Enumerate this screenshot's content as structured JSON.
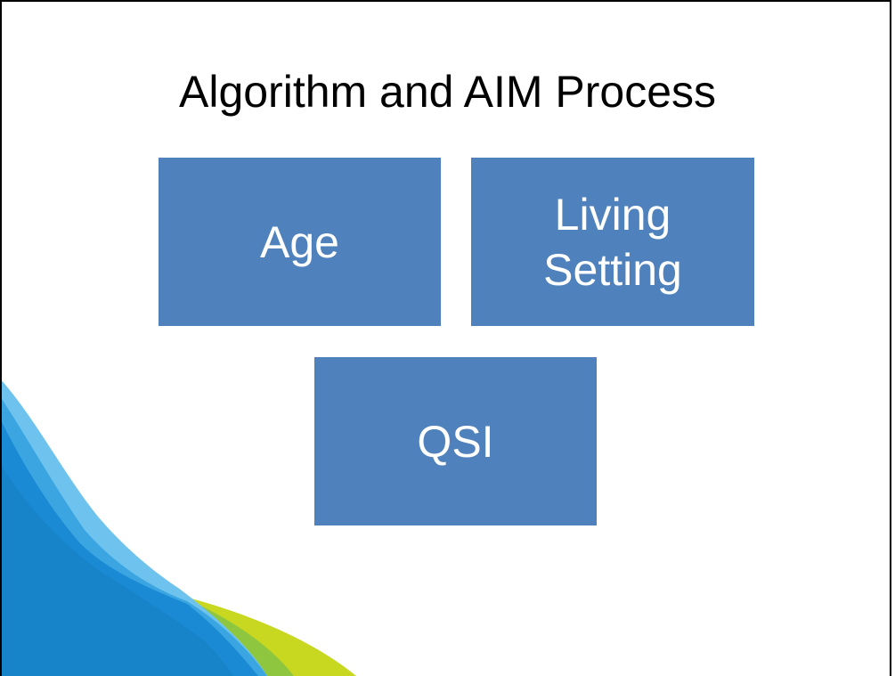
{
  "slide": {
    "title": "Algorithm and AIM Process",
    "boxes": {
      "age": "Age",
      "living_setting": "Living Setting",
      "qsi": "QSI"
    }
  },
  "colors": {
    "box_fill": "#4f81bd",
    "box_text": "#ffffff",
    "wave_blue": "#1a8ad4",
    "wave_light_blue": "#6ec3ee",
    "wave_yellow_green": "#c8d820"
  }
}
